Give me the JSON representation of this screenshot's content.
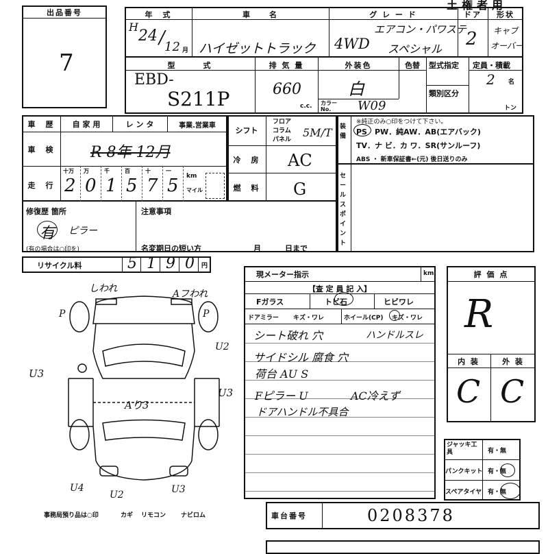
{
  "header": {
    "corner_title": "土権者用",
    "lot_label": "出品番号",
    "lot_number": "7"
  },
  "vehicle": {
    "year_label": "年　式",
    "year_era": "H",
    "year": "24",
    "year_sep": "/",
    "month": "12",
    "month_unit": "月",
    "name_label": "車　　名",
    "name": "ハイゼットトラック",
    "grade_label": "グ レ ー ド",
    "grade_drive": "4WD",
    "grade_line1": "エアコン・パワステ",
    "grade_line2": "スペシャル",
    "doors_label": "ドア",
    "doors": "2",
    "shape_label": "形状",
    "shape_line1": "キャブ",
    "shape_line2": "オーバー",
    "model_label": "型　　　式",
    "model_prefix": "EBD-",
    "model_code": "S211P",
    "displacement_label": "排 気 量",
    "displacement": "660",
    "displacement_unit": "c.c.",
    "exterior_label": "外装色",
    "exterior_color": "白",
    "color_change_label": "色替",
    "color_no_label": "カラー No.",
    "color_no": "W09",
    "type_spec_label": "型式指定",
    "class_label": "類別区分",
    "capacity_label": "定員・積載",
    "capacity": "2",
    "capacity_unit": "名",
    "load_unit": "トン"
  },
  "history": {
    "label": "車　歴",
    "private": "自 家 用",
    "rental": "レ ン タ",
    "business": "事業.営業車"
  },
  "inspection": {
    "label": "車　検",
    "value": "R 8年 12月"
  },
  "mileage": {
    "label": "走　行",
    "unit_labels": [
      "十万",
      "万",
      "千",
      "百",
      "十",
      "一"
    ],
    "digits": [
      "2",
      "0",
      "1",
      "5",
      "7",
      "5"
    ],
    "km_label": "km",
    "mile_label": "マイル"
  },
  "shift": {
    "label": "シフト",
    "opt1": "フロア",
    "opt2": "コラム",
    "opt3": "パネル",
    "value": "5M/T"
  },
  "aircon": {
    "label": "冷　房",
    "value": "AC"
  },
  "fuel": {
    "label": "燃　料",
    "value": "G"
  },
  "equipment": {
    "label": "装備",
    "note": "※純正のみ○印をつけて下さい。",
    "line1": "PS　PW．純AW．AB(エアバック)",
    "line2": "TV．ナ ビ．カ ワ．SR(サンルーフ)",
    "line3": "ABS ・ 新車保証書←(元) 後日送りのみ"
  },
  "sale_point": {
    "label": "セールスポイント"
  },
  "repair": {
    "label": "修復歴 箇所",
    "value": "有",
    "value2": "ピラー",
    "note": "(有の場合は○印を)"
  },
  "notes": {
    "label": "注意事項",
    "short_name_change": "名変期日の短い方",
    "month_unit": "月",
    "day_unit": "日まで"
  },
  "recycle": {
    "label": "リサイクル料",
    "digits": [
      "5",
      "1",
      "9",
      "0"
    ],
    "unit": "円"
  },
  "diagram": {
    "ann_top1": "しわれ",
    "ann_top2": "Aフわれ",
    "ann_left": "U3",
    "ann_right1": "U2",
    "ann_right2": "U3",
    "ann_center": "Aり3",
    "ann_bottom1": "U4",
    "ann_bottom2": "U2",
    "ann_bottom3": "U3",
    "ann_p1": "P",
    "ann_p2": "P",
    "legend": "事務局預り品は○印",
    "keys": "カギ",
    "remote": "リモコン",
    "navi": "ナビロム"
  },
  "meter": {
    "label": "現メーター指示",
    "unit": "km"
  },
  "inspector": {
    "title": "【査 定 員 記 入】",
    "f_glass": "Fガラス",
    "tobi_ishi": "トビ石",
    "hibi_ware": "ヒビワレ",
    "door_mirror": "ドアミラー",
    "mirror_status": "キズ・ワレ",
    "wheel": "ホイール(CP)",
    "wheel_status": "キズ・ワレ",
    "remarks": [
      "シート破れ 穴",
      "ハンドルスレ",
      "サイドシル 腐食 穴",
      "荷台 AU S",
      "Fピラー U",
      "AC冷えず",
      "ドアハンドル不具合"
    ]
  },
  "evaluation": {
    "label": "評 価 点",
    "score": "R",
    "interior_label": "内 装",
    "exterior_label": "外 装",
    "interior": "C",
    "exterior": "C"
  },
  "accessories": {
    "jack_label": "ジャッキ工　具",
    "jack_value": "有・無",
    "puncture_label": "パンクキット",
    "puncture_value": "有・無",
    "spare_label": "スペアタイヤ",
    "spare_value": "有・無"
  },
  "chassis": {
    "label": "車台番号",
    "value": "0208378"
  }
}
